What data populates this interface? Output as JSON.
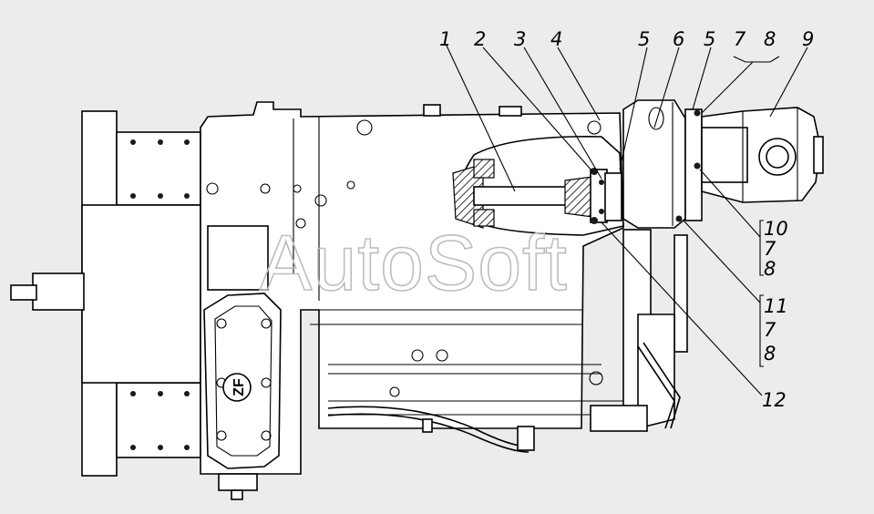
{
  "callouts": [
    "1",
    "2",
    "3",
    "4",
    "5",
    "6",
    "5",
    "7",
    "8",
    "9",
    "10",
    "7",
    "8",
    "11",
    "7",
    "8",
    "12"
  ],
  "badge": {
    "text": "ZF"
  },
  "watermark": {
    "text": "AutoSoft"
  }
}
